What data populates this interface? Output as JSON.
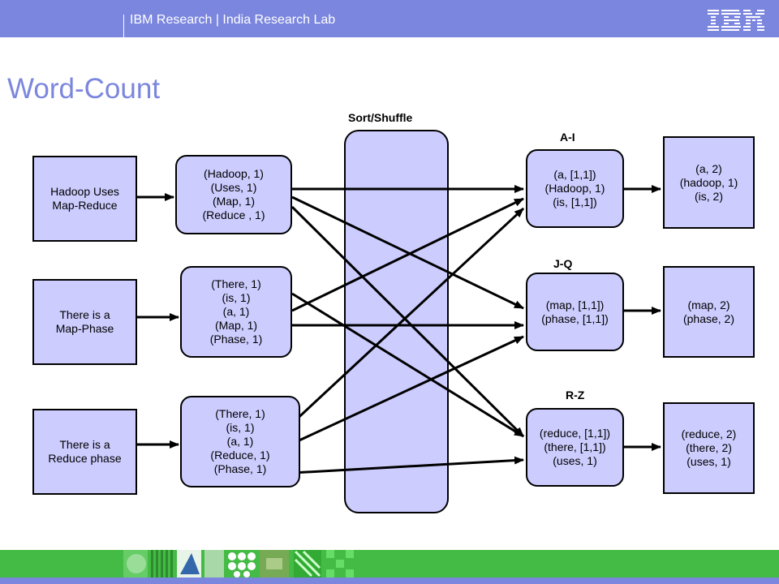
{
  "header": {
    "brand_text": "IBM Research | India Research Lab",
    "logo_icon": "ibm-logo-icon",
    "bar_color": "#7b86de"
  },
  "title": "Word-Count",
  "labels": {
    "sort_shuffle": "Sort/Shuffle",
    "range_ai": "A-I",
    "range_jq": "J-Q",
    "range_rz": "R-Z"
  },
  "inputs": [
    {
      "lines": [
        "Hadoop Uses",
        "Map-Reduce"
      ]
    },
    {
      "lines": [
        "There is a",
        "Map-Phase"
      ]
    },
    {
      "lines": [
        "There is a",
        "Reduce phase"
      ]
    }
  ],
  "map_outputs": [
    {
      "lines": [
        "(Hadoop, 1)",
        "(Uses, 1)",
        "(Map, 1)",
        "(Reduce , 1)"
      ]
    },
    {
      "lines": [
        "(There, 1)",
        "(is, 1)",
        "(a, 1)",
        "(Map, 1)",
        "(Phase, 1)"
      ]
    },
    {
      "lines": [
        "(There, 1)",
        "(is, 1)",
        "(a, 1)",
        "(Reduce, 1)",
        "(Phase, 1)"
      ]
    }
  ],
  "grouped": [
    {
      "lines": [
        "(a, [1,1])",
        "(Hadoop, 1)",
        "(is, [1,1])"
      ]
    },
    {
      "lines": [
        "(map, [1,1])",
        "(phase, [1,1])"
      ]
    },
    {
      "lines": [
        "(reduce, [1,1])",
        "(there, [1,1])",
        "(uses, 1)"
      ]
    }
  ],
  "reduced": [
    {
      "lines": [
        "(a, 2)",
        "(hadoop, 1)",
        "(is, 2)"
      ]
    },
    {
      "lines": [
        "(map, 2)",
        "(phase, 2)"
      ]
    },
    {
      "lines": [
        "(reduce, 2)",
        "(there, 2)",
        "(uses, 1)"
      ]
    }
  ],
  "colors": {
    "box_fill": "#ccccff",
    "accent": "#7b86de",
    "footer": "#44bb44"
  }
}
